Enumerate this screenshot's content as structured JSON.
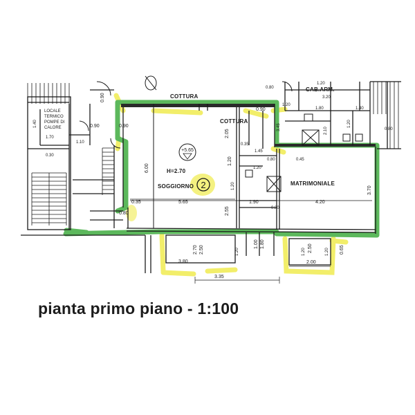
{
  "caption": "pianta primo piano - 1:100",
  "colors": {
    "perimeter": "#5cb85c",
    "highlight": "#f2ee6a",
    "wall": "#1a1a1a"
  },
  "rooms": {
    "soggiorno": "SOGGIORNO",
    "room_number": "2",
    "height": "H=2.70",
    "level": "+5.65",
    "cottura": "COTTURA",
    "cottura_top": "COTTURA",
    "matrimoniale": "MATRIMONIALE",
    "cab_arm": "CAB.ARM.",
    "locale": [
      "LOCALE",
      "TERMICO",
      "POMPE DI",
      "CALORE"
    ]
  },
  "dims": {
    "d0_90a": "0.90",
    "d0_90b": "0.90",
    "d0_90c": "0.90",
    "d0_90d": "0.90",
    "d1_40": "1.40",
    "d1_70": "1.70",
    "d1_10": "1.10",
    "d0_30": "0.30",
    "d0_80a": "0.80",
    "d0_80b": "0.80",
    "d0_80c": "0.80",
    "d0_80d": "0.80",
    "d1_20a": "1.20",
    "d1_20b": "1.20",
    "d1_20c": "1.20",
    "d1_20d": "1.20",
    "d1_80": "1.80",
    "d1_40b": "1.40",
    "d3_20": "3.20",
    "d2_10": "2.10",
    "d1_20e": "1.20",
    "d0_80e": "0.80",
    "d3_45": "3.45",
    "d2_05": "2.05",
    "d0_35a": "0.35",
    "d1_45": "1.45",
    "d0_45": "0.45",
    "d6_00": "6.00",
    "d1_20f": "1.20",
    "d2_55": "2.55",
    "d0_35b": "0.35",
    "d5_65": "5.65",
    "d1_90": "1.90",
    "d4_20": "4.20",
    "d3_70": "3.70",
    "d0_80f": "0.80",
    "d2_70": "2.70",
    "d2_50": "2.50",
    "d3_80": "3.80",
    "d1_20g": "1.20",
    "d1_00": "1.00",
    "d1_80b": "1.80",
    "d1_20h": "1.20",
    "d2_50b": "2.50",
    "d1_20i": "1.20",
    "d2_00": "2.00",
    "d0_65": "0.65",
    "d3_35": "3.35"
  }
}
